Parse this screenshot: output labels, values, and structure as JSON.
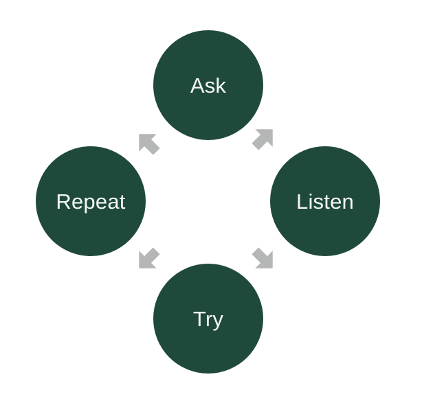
{
  "colors": {
    "node_fill": "#1f4a3b",
    "node_text": "#f4f7f5",
    "arrow_fill": "#b5b7b6",
    "background": "#ffffff"
  },
  "nodes": {
    "ask": {
      "label": "Ask"
    },
    "listen": {
      "label": "Listen"
    },
    "try": {
      "label": "Try"
    },
    "repeat": {
      "label": "Repeat"
    }
  },
  "arrows": [
    {
      "from": "Ask",
      "to": "Listen",
      "icon": "arrow-right-icon"
    },
    {
      "from": "Listen",
      "to": "Try",
      "icon": "arrow-down-left-icon"
    },
    {
      "from": "Try",
      "to": "Repeat",
      "icon": "arrow-up-left-icon"
    },
    {
      "from": "Repeat",
      "to": "Ask",
      "icon": "arrow-up-right-icon"
    }
  ]
}
